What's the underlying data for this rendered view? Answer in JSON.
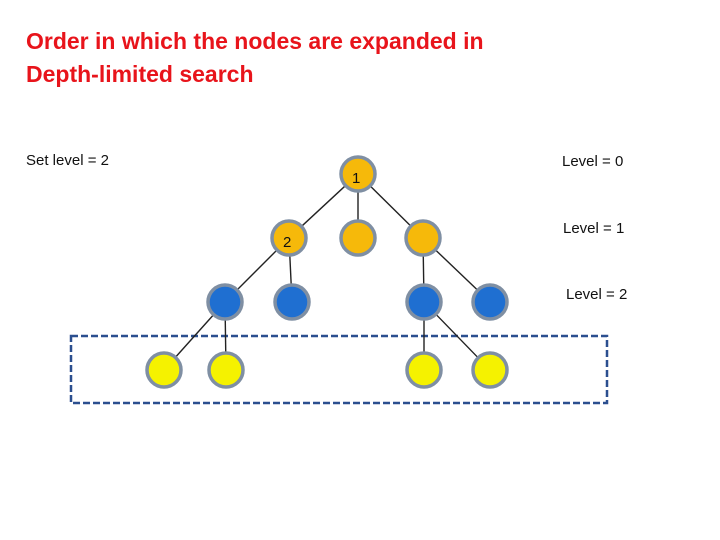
{
  "title": {
    "line1": "Order in which the nodes are expanded in",
    "line2": "Depth-limited search"
  },
  "set_level_label": "Set level = 2",
  "level_labels": [
    "Level = 0",
    "Level = 1",
    "Level = 2"
  ],
  "colors": {
    "title": "#e8141b",
    "root_node": "#f6b90a",
    "level1_node": "#f6b90a",
    "level2_node": "#1f6fd1",
    "level3_node": "#f5f200",
    "node_border": "#7f8fa3",
    "edge": "#222222",
    "dashed_box": "#2b4f8f"
  },
  "tree": {
    "nodes": [
      {
        "id": "n0",
        "level": 0,
        "label": "1"
      },
      {
        "id": "n1",
        "level": 1,
        "label": "2"
      },
      {
        "id": "n2",
        "level": 1,
        "label": ""
      },
      {
        "id": "n3",
        "level": 1,
        "label": ""
      },
      {
        "id": "n4",
        "level": 2,
        "label": ""
      },
      {
        "id": "n5",
        "level": 2,
        "label": ""
      },
      {
        "id": "n6",
        "level": 2,
        "label": ""
      },
      {
        "id": "n7",
        "level": 2,
        "label": ""
      },
      {
        "id": "n8",
        "level": 3,
        "label": ""
      },
      {
        "id": "n9",
        "level": 3,
        "label": ""
      },
      {
        "id": "n10",
        "level": 3,
        "label": ""
      },
      {
        "id": "n11",
        "level": 3,
        "label": ""
      }
    ],
    "edges": [
      [
        "n0",
        "n1"
      ],
      [
        "n0",
        "n2"
      ],
      [
        "n0",
        "n3"
      ],
      [
        "n1",
        "n4"
      ],
      [
        "n1",
        "n5"
      ],
      [
        "n3",
        "n6"
      ],
      [
        "n3",
        "n7"
      ],
      [
        "n4",
        "n8"
      ],
      [
        "n4",
        "n9"
      ],
      [
        "n6",
        "n10"
      ],
      [
        "n6",
        "n11"
      ]
    ]
  }
}
